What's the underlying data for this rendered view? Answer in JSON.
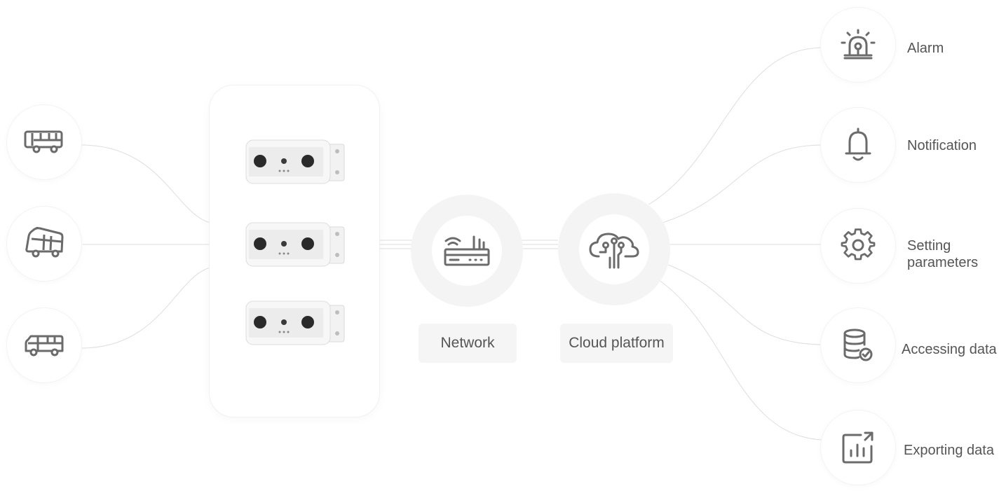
{
  "inputs": [
    {
      "icon": "city-bus-icon"
    },
    {
      "icon": "school-bus-icon"
    },
    {
      "icon": "minibus-icon"
    }
  ],
  "devices": [
    {
      "icon": "people-counter-camera-icon"
    },
    {
      "icon": "people-counter-camera-icon"
    },
    {
      "icon": "people-counter-camera-icon"
    }
  ],
  "network": {
    "label": "Network",
    "icon": "router-icon"
  },
  "cloud": {
    "label": "Cloud platform",
    "icon": "cloud-network-icon"
  },
  "outputs": [
    {
      "label": "Alarm",
      "icon": "alarm-siren-icon"
    },
    {
      "label": "Notification",
      "icon": "bell-icon"
    },
    {
      "label_line1": "Setting",
      "label_line2": "parameters",
      "icon": "gear-icon"
    },
    {
      "label": "Accessing data",
      "icon": "database-check-icon"
    },
    {
      "label": "Exporting data",
      "icon": "export-chart-icon"
    }
  ],
  "colors": {
    "icon": "#6b6b6b",
    "line": "#dcdcdc",
    "ring": "#f4f4f4",
    "pill": "#f5f5f5"
  }
}
